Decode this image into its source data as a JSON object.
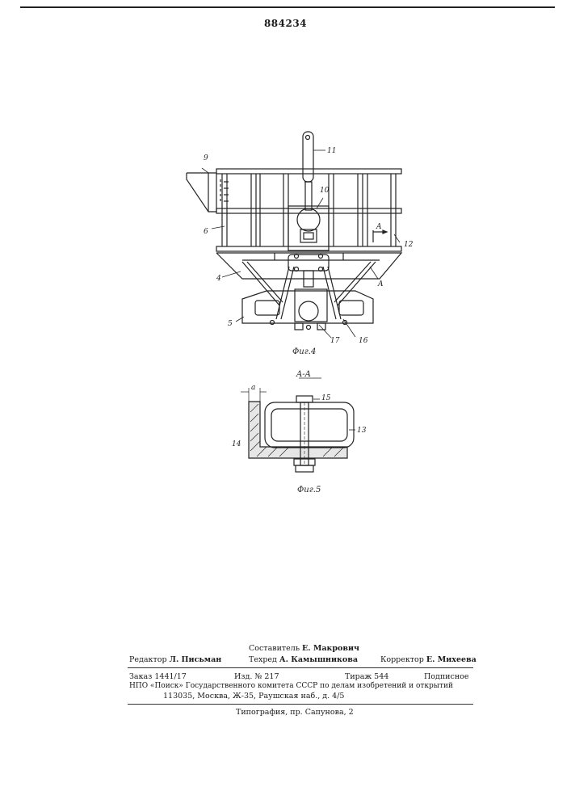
{
  "header": {
    "patent_number": "884234"
  },
  "figure4": {
    "caption": "Фиг.4",
    "labels": {
      "l11": "11",
      "l9": "9",
      "l10": "10",
      "l6": "6",
      "lA1": "A",
      "l12": "12",
      "l4": "4",
      "lA2": "A",
      "l5": "5",
      "l17": "17",
      "l16": "16"
    }
  },
  "figure5": {
    "section": "A-A",
    "caption": "Фиг.5",
    "labels": {
      "la": "a",
      "l15": "15",
      "l14": "14",
      "l13": "13"
    }
  },
  "imprint": {
    "compiler": "Составитель Е. Макрович",
    "editor": "Редактор Л. Письман",
    "tech_editor": "Техред А. Камышникова",
    "proofreader": "Корректор Е. Михеева",
    "order": "Заказ 1441/17",
    "edition": "Изд. № 217",
    "circulation": "Тираж 544",
    "subscription": "Подписное",
    "org_line": "НПО «Поиск» Государственного комитета СССР по делам изобретений и открытий",
    "address": "113035, Москва, Ж-35, Раушская наб., д. 4/5",
    "printer": "Типография, пр. Сапунова, 2"
  }
}
